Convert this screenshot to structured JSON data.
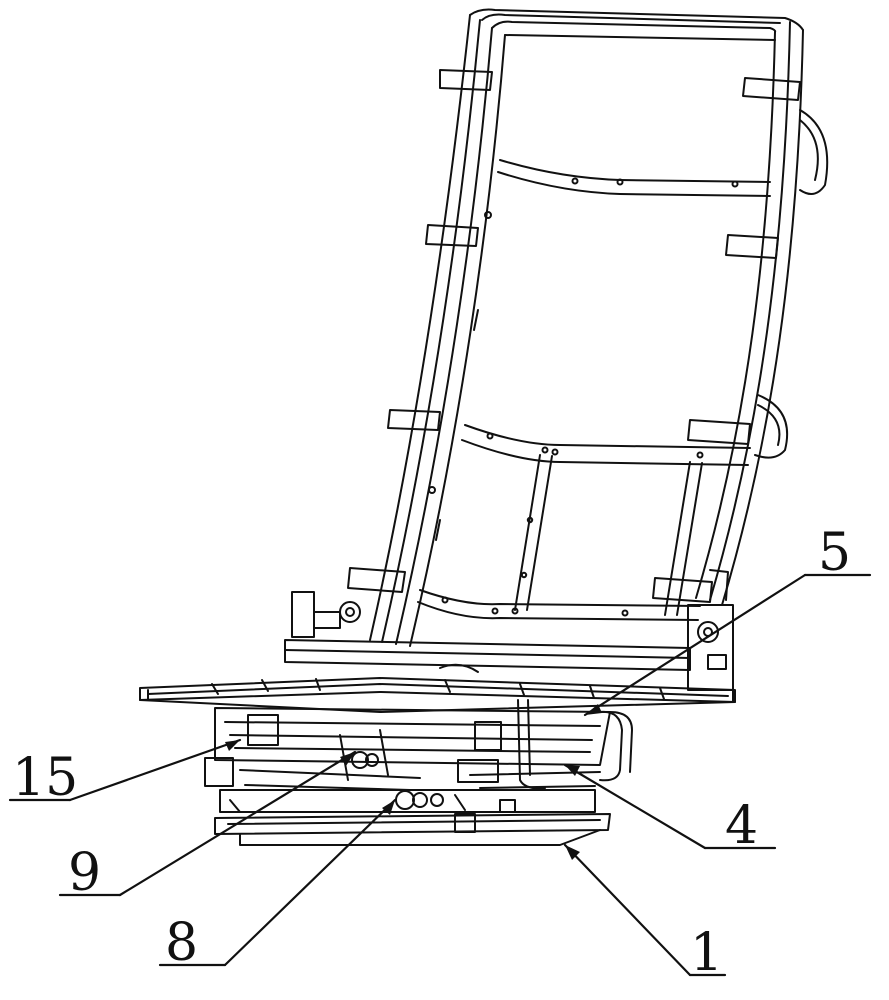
{
  "figure": {
    "callouts": [
      {
        "id": "label-1",
        "text": "1"
      },
      {
        "id": "label-4",
        "text": "4"
      },
      {
        "id": "label-5",
        "text": "5"
      },
      {
        "id": "label-8",
        "text": "8"
      },
      {
        "id": "label-9",
        "text": "9"
      },
      {
        "id": "label-15",
        "text": "15"
      }
    ],
    "colors": {
      "line": "#111111",
      "background": "#ffffff"
    }
  }
}
